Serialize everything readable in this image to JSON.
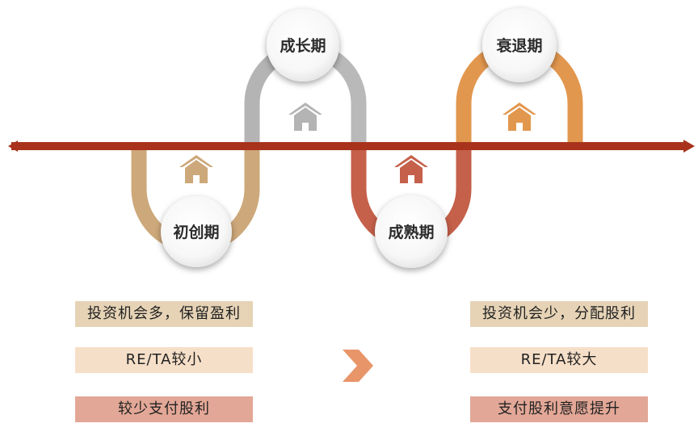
{
  "stages": [
    {
      "id": "startup",
      "label": "初创期"
    },
    {
      "id": "growth",
      "label": "成长期"
    },
    {
      "id": "mature",
      "label": "成熟期"
    },
    {
      "id": "decline",
      "label": "衰退期"
    }
  ],
  "left_points": [
    "投资机会多，保留盈利",
    "RE/TA较小",
    "较少支付股利"
  ],
  "right_points": [
    "投资机会少，分配股利",
    "RE/TA较大",
    "支付股利意愿提升"
  ],
  "icons": {
    "house": "house-icon",
    "arrow": "chevron-right-icon"
  },
  "colors": {
    "timeline": "#a8321c",
    "startup": "#cda87a",
    "growth": "#b4b4b4",
    "mature": "#c5604a",
    "decline": "#e2974e",
    "pill_row1": "#e6d3b6",
    "pill_row2": "#f6dfc8",
    "pill_row3": "#e2a796",
    "arrow": "#e8956a"
  }
}
